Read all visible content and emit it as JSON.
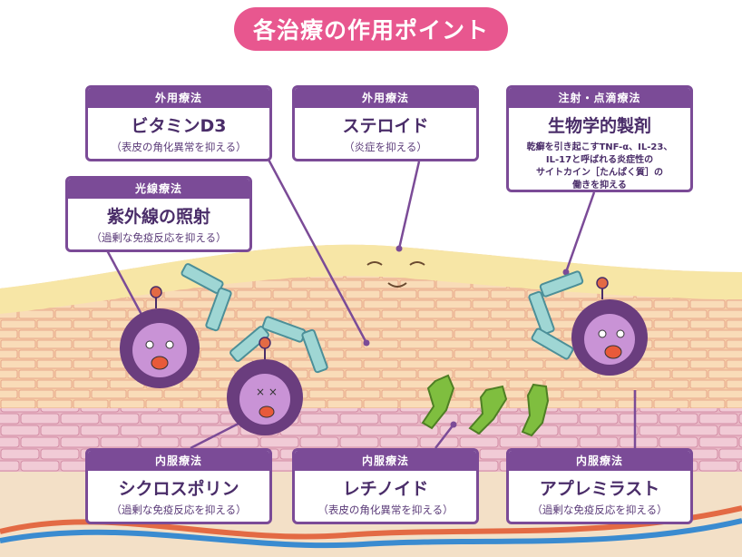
{
  "title": "各治療の作用ポイント",
  "cards": {
    "vitamin_d3": {
      "category": "外用療法",
      "name": "ビタミンD3",
      "desc": "（表皮の角化異常を抑える）"
    },
    "steroid": {
      "category": "外用療法",
      "name": "ステロイド",
      "desc": "（炎症を抑える）"
    },
    "biologics": {
      "category": "注射・点滴療法",
      "name": "生物学的製剤",
      "note_lines": [
        "乾癬を引き起こすTNF-α、IL-23、",
        "IL-17と呼ばれる炎症性の",
        "サイトカイン［たんぱく質］の",
        "働きを抑える"
      ]
    },
    "uv": {
      "category": "光線療法",
      "name": "紫外線の照射",
      "desc": "（過剰な免疫反応を抑える）"
    },
    "cyclosporine": {
      "category": "内服療法",
      "name": "シクロスポリン",
      "desc": "（過剰な免疫反応を抑える）"
    },
    "retinoid": {
      "category": "内服療法",
      "name": "レチノイド",
      "desc": "（表皮の角化異常を抑える）"
    },
    "apremilast": {
      "category": "内服療法",
      "name": "アプレミラスト",
      "desc": "（過剰な免疫反応を抑える）"
    }
  },
  "colors": {
    "title_bg": "#e8578f",
    "card_border": "#7b4b97",
    "skin_surface": "#f7e6a6",
    "skin_cells": "#f3d7a0",
    "dermis": "#ecc4cf",
    "immune_cell": "#6a3d7e",
    "keratinocyte": "#7fbe3f",
    "blood_vessel_red": "#e36a44",
    "blood_vessel_blue": "#3a8bd0"
  }
}
